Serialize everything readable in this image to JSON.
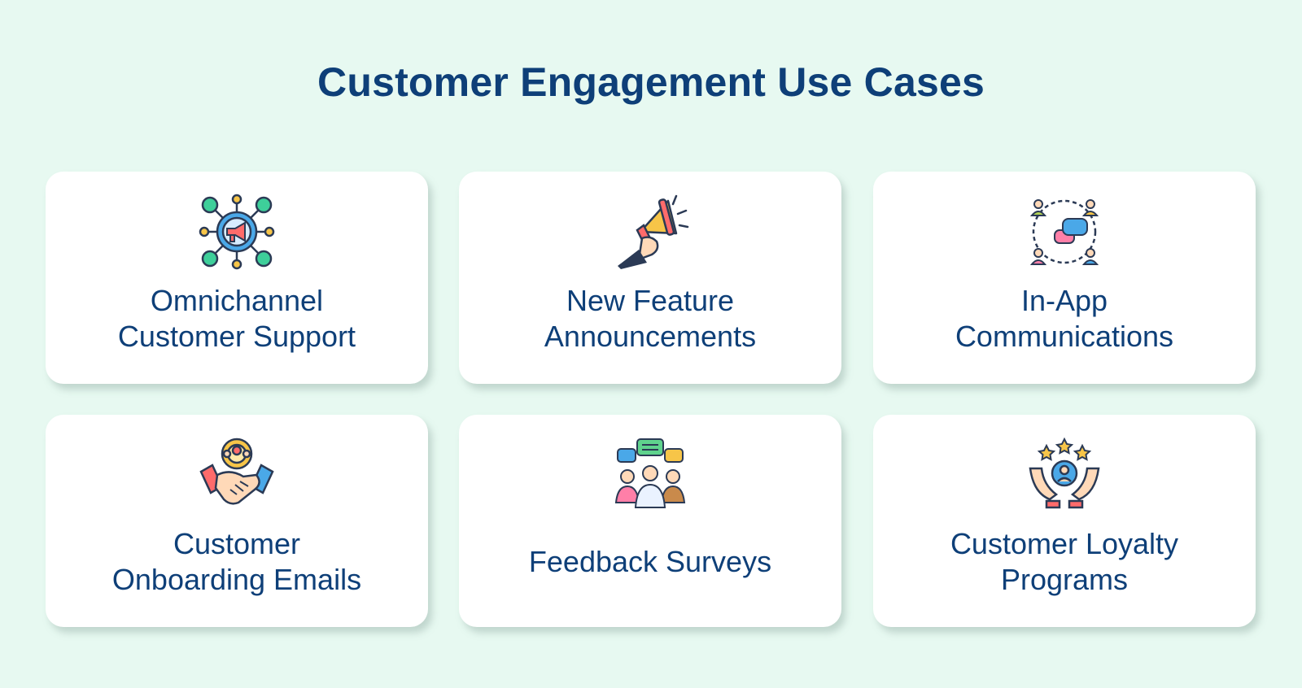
{
  "title": "Customer Engagement Use Cases",
  "colors": {
    "background": "#e7f9f1",
    "heading": "#0e3f78",
    "card": "#ffffff"
  },
  "cards": [
    {
      "icon": "omnichannel-megaphone-network-icon",
      "lines": [
        "Omnichannel",
        "Customer Support"
      ]
    },
    {
      "icon": "megaphone-hand-icon",
      "lines": [
        "New Feature",
        "Announcements"
      ]
    },
    {
      "icon": "people-chat-circle-icon",
      "lines": [
        "In-App",
        "Communications"
      ]
    },
    {
      "icon": "handshake-team-gear-icon",
      "lines": [
        "Customer",
        "Onboarding Emails"
      ]
    },
    {
      "icon": "group-speech-bubbles-icon",
      "lines": [
        "Feedback Surveys"
      ]
    },
    {
      "icon": "hands-person-stars-icon",
      "lines": [
        "Customer Loyalty",
        "Programs"
      ]
    }
  ]
}
